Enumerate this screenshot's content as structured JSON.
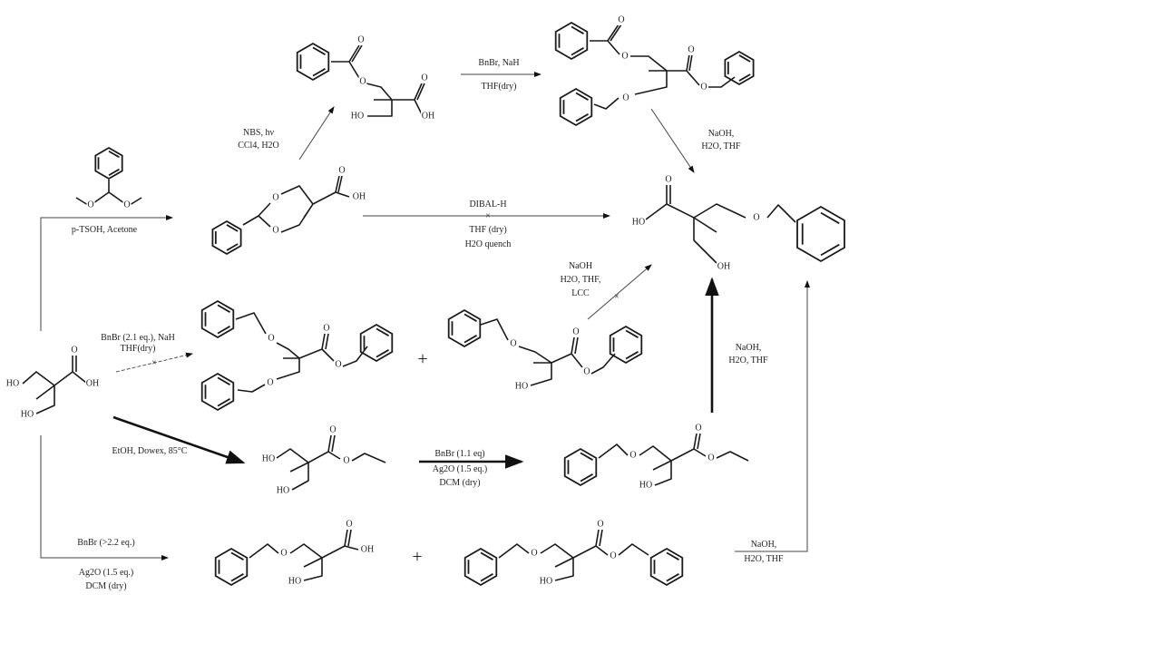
{
  "reagents": {
    "bnbr_nah": [
      "BnBr, NaH",
      "THF(dry)"
    ],
    "naoh_top": [
      "NaOH,",
      "H2O, THF"
    ],
    "nbs": [
      "NBS, hν",
      "CCl4, H2O"
    ],
    "acetal": [
      "p-TSOH, Acetone"
    ],
    "dibal": [
      "DIBAL-H",
      "THF (dry)",
      "H2O quench"
    ],
    "naoh_lcc": [
      "NaOH",
      "H2O, THF,",
      "LCC"
    ],
    "bnbr_21": [
      "BnBr (2.1 eq.), NaH",
      "THF(dry)"
    ],
    "dowex": [
      "EtOH, Dowex, 85°C"
    ],
    "bnbr_11": [
      "BnBr (1.1 eq)",
      "Ag2O (1.5 eq.)",
      "DCM (dry)"
    ],
    "naoh_mid": [
      "NaOH,",
      "H2O, THF"
    ],
    "bnbr_22": [
      "BnBr (>2.2 eq.)",
      "Ag2O (1.5 eq.)",
      "DCM (dry)"
    ],
    "naoh_bottom": [
      "NaOH,",
      "H2O, THF"
    ]
  },
  "plus": "+",
  "atoms": {
    "O": "O",
    "OH": "OH",
    "HO": "HO"
  }
}
